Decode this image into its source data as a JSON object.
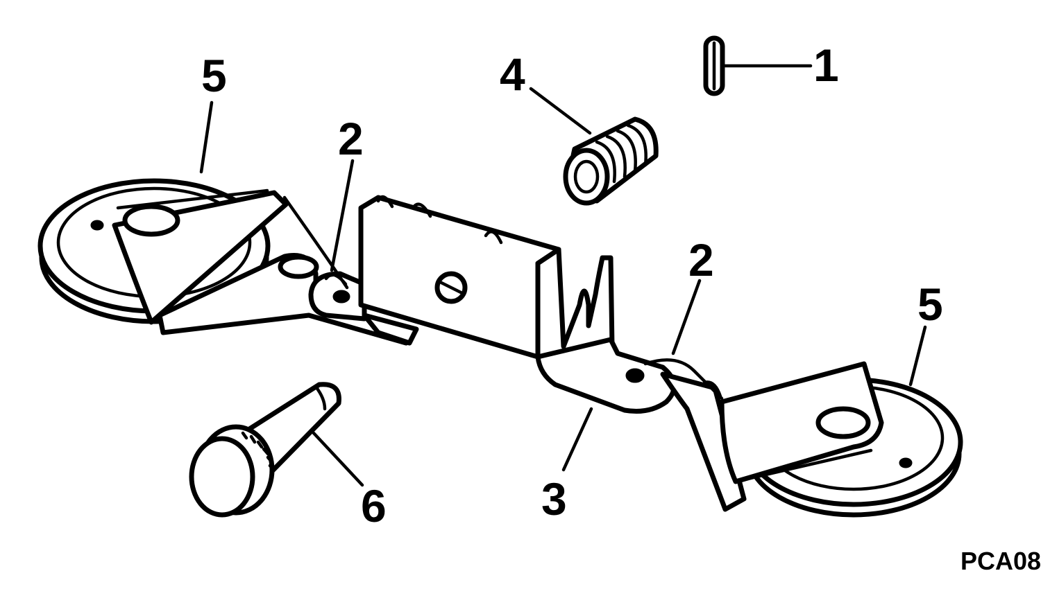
{
  "callouts": {
    "part_1": "1",
    "part_2_left": "2",
    "part_2_right": "2",
    "part_3": "3",
    "part_4": "4",
    "part_5_left": "5",
    "part_5_right": "5",
    "part_6": "6"
  },
  "figure_id": "PCA08",
  "colors": {
    "ink": "#000000",
    "paper": "#ffffff"
  }
}
